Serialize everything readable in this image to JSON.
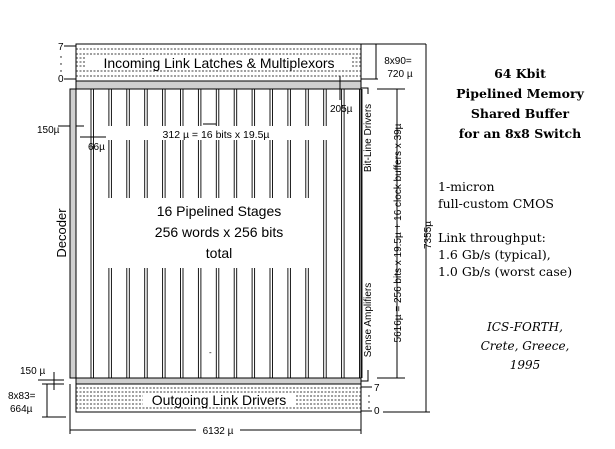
{
  "title": {
    "lines": [
      "64 Kbit",
      "Pipelined Memory",
      "Shared Buffer",
      "for an 8x8 Switch"
    ]
  },
  "technology": {
    "process_lines": [
      "1-micron",
      "full-custom CMOS"
    ],
    "throughput_label": "Link throughput:",
    "throughput_lines": [
      "1.6 Gb/s (typical),",
      "1.0 Gb/s (worst case)"
    ]
  },
  "credit": {
    "lines": [
      "ICS-FORTH,",
      "Crete, Greece,",
      "1995"
    ]
  },
  "blocks": {
    "incoming": "Incoming Link Latches & Multiplexors",
    "outgoing": "Outgoing Link Drivers",
    "decoder": "Decoder",
    "array_lines": [
      "16 Pipelined Stages",
      "256 words x 256 bits",
      "total"
    ],
    "bit_line_drivers": "Bit-Line Drivers",
    "sense_amplifiers": "Sense Amplifiers"
  },
  "dimensions": {
    "incoming_height": [
      "8x90=",
      "720 µ"
    ],
    "outgoing_height": [
      "8x83=",
      "664µ"
    ],
    "decoder_width": "150µ",
    "column_gap": "66µ",
    "column_width": "312 µ = 16 bits x 19.5µ",
    "top_gap": "205µ",
    "bottom_gap": "150 µ",
    "array_height": "5616µ = 256 bits x 19.5µ + 16 clock buffers x 39µ",
    "total_height": "7355µ",
    "total_width": "6132 µ"
  },
  "link_indices": {
    "incoming_top": "7",
    "incoming_bottom": "0",
    "outgoing_top": "7",
    "outgoing_bottom": "0"
  },
  "colors": {
    "gray_fill": "#cfcfcf",
    "ink": "#000000",
    "background": "#ffffff"
  },
  "layout": {
    "stage_count": 16
  }
}
